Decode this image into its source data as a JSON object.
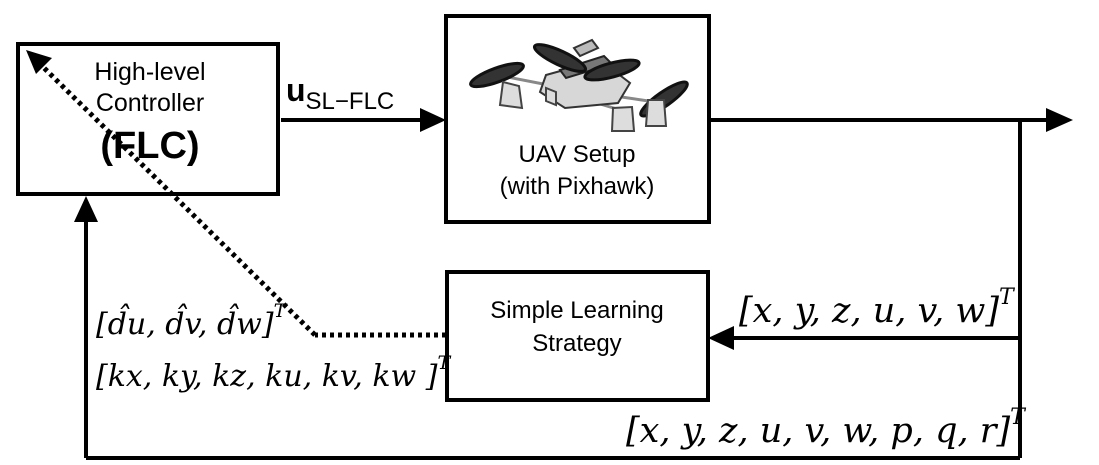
{
  "diagram": {
    "controller": {
      "line1": "High-level",
      "line2": "Controller",
      "line3": "(FLC)"
    },
    "control_signal": {
      "symbol": "u",
      "subscript": "SL−FLC"
    },
    "uav": {
      "line1": "UAV Setup",
      "line2": "(with Pixhawk)",
      "image": "quadrotor-drone-photo"
    },
    "learning": {
      "line1": "Simple Learning",
      "line2": "Strategy"
    },
    "feedback_short": {
      "vector": "[x, y, z, u, v, w]",
      "exponent": "T"
    },
    "feedback_full": {
      "vector": "[x, y, z, u, v, w, p, q, r]",
      "exponent": "T"
    },
    "disturbance_estimates": {
      "vector": "[d̂u, d̂v, d̂w]",
      "exponent": "T"
    },
    "gains": {
      "vector": "[kx, ky, kz, ku, kv, kw ]",
      "exponent": "T"
    }
  }
}
